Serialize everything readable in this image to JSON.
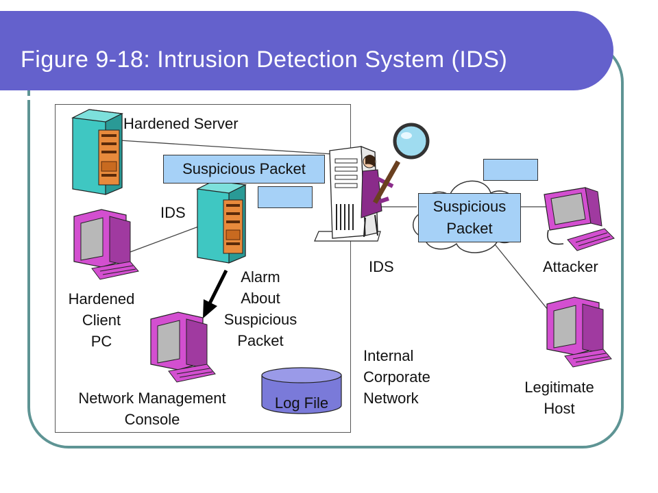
{
  "title": "Figure 9-18: Intrusion Detection System (IDS)",
  "labels": {
    "hardened_server": "Hardened Server",
    "ids_host": "IDS",
    "ids_network": "IDS",
    "alarm": [
      "Alarm",
      "About",
      "Suspicious",
      "Packet"
    ],
    "client": [
      "Hardened",
      "Client",
      "PC"
    ],
    "console": [
      "Network Management",
      "Console"
    ],
    "log_file": "Log File",
    "internal": [
      "Internal",
      "Corporate",
      "Network"
    ],
    "attacker": "Attacker",
    "legit": [
      "Legitimate",
      "Host"
    ]
  },
  "packets": {
    "inner": "Suspicious Packet",
    "cloud": [
      "Suspicious",
      "Packet"
    ]
  },
  "colors": {
    "banner": "#6461cc",
    "frame": "#5e9494",
    "packet": "#a6d1f7",
    "server_body": "#3fc7c2",
    "server_panel": "#e88a3c",
    "pc": "#d34fd0",
    "log_file": "#7a7ad9"
  }
}
